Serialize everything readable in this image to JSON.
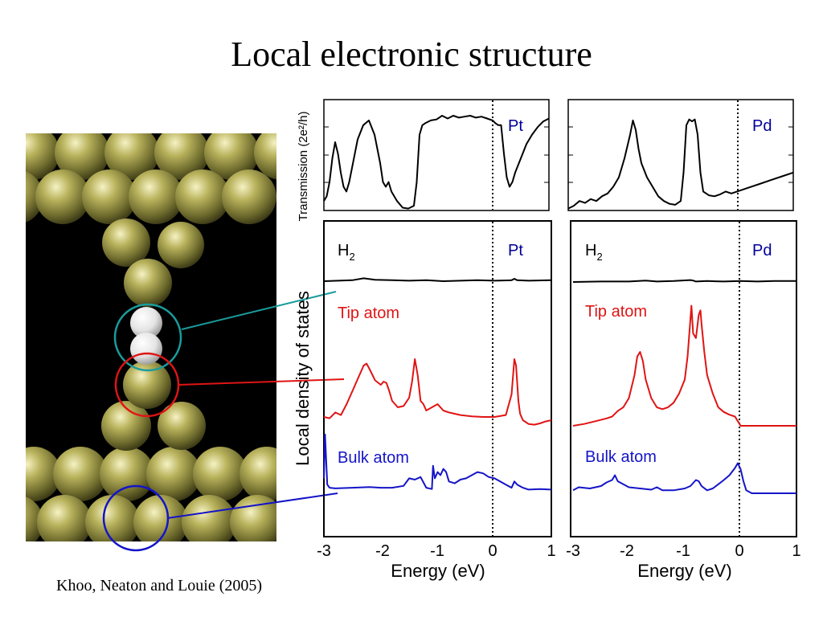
{
  "slide": {
    "title": "Local electronic structure",
    "citation": "Khoo, Neaton and Louie (2005)"
  },
  "colors": {
    "background": "#ffffff",
    "atom_gold": "#9c9a4e",
    "hydrogen": "#f2f2f2",
    "teal": "#1a9c9c",
    "red": "#e01414",
    "blue": "#1414c8",
    "label_blue": "#000099",
    "black": "#000000"
  },
  "figure": {
    "transmission_ylabel": "Transmission (2e²/h)",
    "ldos_ylabel": "Local density of states",
    "xlabel": "Energy (eV)",
    "ticks": [
      "-3",
      "-2",
      "-1",
      "0",
      "1"
    ]
  },
  "chart_data": [
    {
      "type": "line",
      "panel": "transmission",
      "metal_label": "Pt",
      "xlim": [
        -3,
        1
      ],
      "series": [
        {
          "color": "#000000",
          "x": [
            -3.0,
            -2.95,
            -2.9,
            -2.85,
            -2.8,
            -2.75,
            -2.7,
            -2.65,
            -2.6,
            -2.55,
            -2.5,
            -2.45,
            -2.4,
            -2.3,
            -2.2,
            -2.1,
            -2.0,
            -1.95,
            -1.9,
            -1.85,
            -1.8,
            -1.7,
            -1.6,
            -1.5,
            -1.4,
            -1.35,
            -1.3,
            -1.25,
            -1.2,
            -1.1,
            -1.0,
            -0.95,
            -0.9,
            -0.8,
            -0.7,
            -0.6,
            -0.5,
            -0.4,
            -0.3,
            -0.2,
            -0.1,
            0.0,
            0.05,
            0.1,
            0.15,
            0.2,
            0.25,
            0.3,
            0.35,
            0.4,
            0.5,
            0.6,
            0.7,
            0.8,
            0.9,
            1.0
          ],
          "y": [
            0.1,
            0.15,
            0.3,
            0.55,
            0.72,
            0.6,
            0.4,
            0.25,
            0.2,
            0.3,
            0.45,
            0.6,
            0.75,
            0.9,
            0.95,
            0.8,
            0.5,
            0.3,
            0.25,
            0.3,
            0.2,
            0.1,
            0.03,
            0.02,
            0.05,
            0.3,
            0.8,
            0.9,
            0.92,
            0.95,
            0.96,
            0.98,
            1.0,
            0.97,
            1.0,
            0.98,
            0.99,
            1.0,
            0.98,
            0.99,
            0.97,
            0.95,
            0.92,
            0.9,
            0.9,
            0.6,
            0.35,
            0.25,
            0.3,
            0.4,
            0.55,
            0.7,
            0.8,
            0.88,
            0.94,
            0.97
          ]
        }
      ]
    },
    {
      "type": "line",
      "panel": "transmission",
      "metal_label": "Pd",
      "xlim": [
        -3,
        1
      ],
      "series": [
        {
          "color": "#000000",
          "x": [
            -3.0,
            -2.9,
            -2.8,
            -2.7,
            -2.6,
            -2.5,
            -2.4,
            -2.3,
            -2.2,
            -2.1,
            -2.0,
            -1.9,
            -1.85,
            -1.8,
            -1.75,
            -1.7,
            -1.6,
            -1.5,
            -1.4,
            -1.3,
            -1.2,
            -1.1,
            -1.0,
            -0.95,
            -0.9,
            -0.85,
            -0.8,
            -0.75,
            -0.7,
            -0.65,
            -0.6,
            -0.5,
            -0.4,
            -0.3,
            -0.2,
            -0.1,
            0.0,
            0.2,
            0.4,
            0.6,
            0.8,
            1.0
          ],
          "y": [
            0.02,
            0.05,
            0.1,
            0.08,
            0.12,
            0.1,
            0.15,
            0.18,
            0.25,
            0.35,
            0.55,
            0.8,
            0.95,
            0.85,
            0.65,
            0.5,
            0.35,
            0.25,
            0.15,
            0.1,
            0.07,
            0.06,
            0.1,
            0.4,
            0.9,
            0.96,
            0.94,
            0.96,
            0.8,
            0.4,
            0.2,
            0.16,
            0.15,
            0.17,
            0.2,
            0.18,
            0.2,
            0.24,
            0.28,
            0.32,
            0.36,
            0.4
          ]
        }
      ]
    },
    {
      "type": "line",
      "panel": "ldos",
      "metal_label": "Pt",
      "xlim": [
        -3,
        1
      ],
      "labels": {
        "h2": "H",
        "h2_sub": "2",
        "tip": "Tip atom",
        "bulk": "Bulk atom"
      },
      "series": [
        {
          "color": "#000000",
          "x": [
            -3.0,
            -2.5,
            -2.3,
            -2.1,
            -1.8,
            -1.5,
            -1.2,
            -0.9,
            -0.6,
            -0.3,
            0.0,
            0.3,
            0.35,
            0.4,
            0.6,
            1.0
          ],
          "y": [
            0.0,
            0.02,
            0.06,
            0.03,
            0.02,
            0.01,
            0.02,
            0.0,
            0.01,
            0.02,
            0.01,
            0.02,
            0.05,
            0.02,
            0.01,
            0.02
          ]
        },
        {
          "color": "#e01414",
          "x": [
            -3.0,
            -2.9,
            -2.8,
            -2.7,
            -2.6,
            -2.5,
            -2.4,
            -2.3,
            -2.25,
            -2.2,
            -2.1,
            -2.0,
            -1.95,
            -1.9,
            -1.85,
            -1.8,
            -1.7,
            -1.6,
            -1.5,
            -1.45,
            -1.4,
            -1.35,
            -1.3,
            -1.25,
            -1.2,
            -1.1,
            -1.0,
            -0.9,
            -0.8,
            -0.6,
            -0.4,
            -0.2,
            0.0,
            0.2,
            0.3,
            0.35,
            0.38,
            0.42,
            0.45,
            0.5,
            0.6,
            0.7,
            0.8,
            0.9,
            1.0
          ],
          "y": [
            0.05,
            0.03,
            0.12,
            0.08,
            0.25,
            0.45,
            0.65,
            0.85,
            0.88,
            0.8,
            0.62,
            0.55,
            0.6,
            0.58,
            0.45,
            0.3,
            0.2,
            0.22,
            0.35,
            0.6,
            0.95,
            0.7,
            0.3,
            0.25,
            0.15,
            0.2,
            0.25,
            0.15,
            0.12,
            0.08,
            0.06,
            0.05,
            0.05,
            0.08,
            0.4,
            0.95,
            0.85,
            0.3,
            0.1,
            0.0,
            -0.06,
            -0.07,
            -0.05,
            -0.02,
            0.0
          ]
        },
        {
          "color": "#1414c8",
          "x": [
            -3.0,
            -2.98,
            -2.96,
            -2.94,
            -2.9,
            -2.8,
            -2.5,
            -2.2,
            -2.0,
            -1.8,
            -1.6,
            -1.5,
            -1.4,
            -1.3,
            -1.2,
            -1.1,
            -1.08,
            -1.05,
            -1.0,
            -0.95,
            -0.9,
            -0.85,
            -0.8,
            -0.7,
            -0.6,
            -0.5,
            -0.4,
            -0.3,
            -0.2,
            -0.1,
            0.0,
            0.1,
            0.2,
            0.3,
            0.35,
            0.4,
            0.5,
            0.6,
            0.8,
            1.0
          ],
          "y": [
            0.2,
            0.9,
            0.5,
            0.1,
            0.05,
            0.04,
            0.05,
            0.06,
            0.05,
            0.05,
            0.08,
            0.2,
            0.18,
            0.22,
            0.05,
            0.03,
            0.4,
            0.2,
            0.3,
            0.25,
            0.35,
            0.3,
            0.15,
            0.12,
            0.18,
            0.2,
            0.25,
            0.3,
            0.28,
            0.22,
            0.2,
            0.15,
            0.1,
            0.05,
            0.15,
            0.1,
            0.05,
            0.02,
            0.03,
            0.02
          ]
        }
      ]
    },
    {
      "type": "line",
      "panel": "ldos",
      "metal_label": "Pd",
      "xlim": [
        -3,
        1
      ],
      "labels": {
        "h2": "H",
        "h2_sub": "2",
        "tip": "Tip atom",
        "bulk": "Bulk atom"
      },
      "series": [
        {
          "color": "#000000",
          "x": [
            -3.0,
            -2.5,
            -2.0,
            -1.7,
            -1.5,
            -1.2,
            -0.9,
            -0.85,
            -0.8,
            -0.6,
            -0.3,
            0.0,
            0.3,
            0.6,
            1.0
          ],
          "y": [
            0.0,
            0.01,
            0.01,
            0.03,
            0.01,
            0.02,
            0.04,
            0.03,
            0.01,
            0.02,
            0.01,
            0.02,
            0.01,
            0.02,
            0.02
          ]
        },
        {
          "color": "#e01414",
          "x": [
            -3.0,
            -2.8,
            -2.6,
            -2.4,
            -2.3,
            -2.2,
            -2.1,
            -2.0,
            -1.9,
            -1.85,
            -1.8,
            -1.75,
            -1.7,
            -1.6,
            -1.5,
            -1.4,
            -1.3,
            -1.2,
            -1.1,
            -1.0,
            -0.95,
            -0.9,
            -0.88,
            -0.85,
            -0.8,
            -0.75,
            -0.72,
            -0.7,
            -0.65,
            -0.6,
            -0.5,
            -0.4,
            -0.3,
            -0.2,
            -0.1,
            -0.05,
            0.0,
            0.5,
            1.0
          ],
          "y": [
            0.0,
            0.02,
            0.05,
            0.08,
            0.1,
            0.16,
            0.2,
            0.3,
            0.55,
            0.75,
            0.8,
            0.7,
            0.5,
            0.3,
            0.2,
            0.18,
            0.2,
            0.25,
            0.35,
            0.5,
            0.75,
            1.15,
            1.3,
            1.0,
            0.95,
            1.2,
            1.25,
            1.1,
            0.8,
            0.55,
            0.35,
            0.2,
            0.15,
            0.12,
            0.1,
            0.05,
            0.0,
            0.0,
            0.0
          ]
        },
        {
          "color": "#1414c8",
          "x": [
            -3.0,
            -2.9,
            -2.7,
            -2.5,
            -2.4,
            -2.3,
            -2.25,
            -2.2,
            -2.1,
            -2.0,
            -1.8,
            -1.6,
            -1.5,
            -1.4,
            -1.2,
            -1.0,
            -0.9,
            -0.8,
            -0.75,
            -0.7,
            -0.6,
            -0.5,
            -0.4,
            -0.3,
            -0.2,
            -0.1,
            -0.05,
            0.0,
            0.05,
            0.1,
            0.2,
            0.4,
            0.6,
            0.8,
            1.0
          ],
          "y": [
            0.05,
            0.1,
            0.08,
            0.12,
            0.18,
            0.22,
            0.3,
            0.2,
            0.15,
            0.1,
            0.08,
            0.06,
            0.1,
            0.05,
            0.05,
            0.08,
            0.12,
            0.22,
            0.2,
            0.12,
            0.05,
            0.08,
            0.15,
            0.22,
            0.3,
            0.42,
            0.5,
            0.4,
            0.2,
            0.05,
            0.0,
            0.0,
            0.0,
            0.0,
            0.0
          ]
        }
      ]
    }
  ]
}
